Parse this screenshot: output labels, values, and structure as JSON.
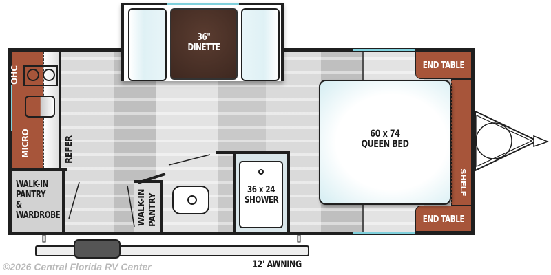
{
  "labels": {
    "dinette": "36\" DINETTE",
    "dinette_line1": "36\"",
    "dinette_line2": "DINETTE",
    "ohc": "OHC",
    "micro": "MICRO",
    "refer": "REFER",
    "pantry_wardrobe_1": "WALK-IN",
    "pantry_wardrobe_2": "PANTRY &",
    "pantry_wardrobe_3": "WARDROBE",
    "walkin_pantry_1": "WALK-IN",
    "walkin_pantry_2": "PANTRY",
    "shower_1": "36 x 24",
    "shower_2": "SHOWER",
    "bed_1": "60 x 74",
    "bed_2": "QUEEN BED",
    "end_table_top": "END TABLE",
    "end_table_bottom": "END TABLE",
    "shelf": "SHELF",
    "awning": "12' AWNING"
  },
  "copyright": "©2026 Central Florida RV Center",
  "colors": {
    "wall": "#1f1f1f",
    "wood": "#a7553a",
    "window": "#7fd0dc",
    "table": "#4a2f25"
  }
}
